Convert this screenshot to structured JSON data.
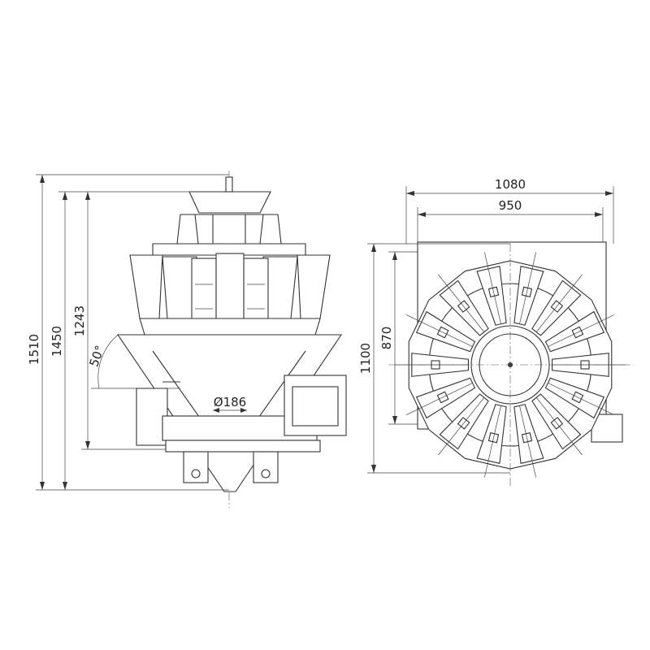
{
  "front_view": {
    "dim_total_height": "1510",
    "dim_height_1450": "1450",
    "dim_height_1243": "1243",
    "angle": "50°",
    "diameter": "Ø186"
  },
  "top_view": {
    "dim_width_1080": "1080",
    "dim_width_950": "950",
    "dim_depth_1100": "1100",
    "dim_depth_870": "870"
  },
  "colors": {
    "line": "#333333",
    "background": "#ffffff"
  }
}
